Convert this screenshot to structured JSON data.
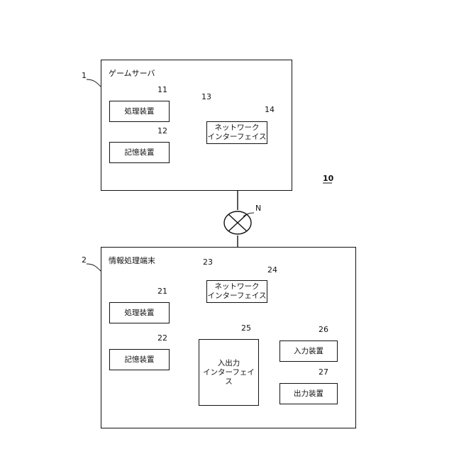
{
  "system_ref": "10",
  "network_ref": "N",
  "server": {
    "ref": "1",
    "title": "ゲームサーバ",
    "bus_ref": "13",
    "processor": {
      "ref": "11",
      "label": "処理装置"
    },
    "storage": {
      "ref": "12",
      "label": "記憶装置"
    },
    "nic": {
      "ref": "14",
      "line1": "ネットワーク",
      "line2": "インターフェイス"
    }
  },
  "terminal": {
    "ref": "2",
    "title": "情報処理端末",
    "bus_ref": "23",
    "processor": {
      "ref": "21",
      "label": "処理装置"
    },
    "storage": {
      "ref": "22",
      "label": "記憶装置"
    },
    "nic": {
      "ref": "24",
      "line1": "ネットワーク",
      "line2": "インターフェイス"
    },
    "io": {
      "ref": "25",
      "line1": "入出力",
      "line2": "インターフェイス"
    },
    "input": {
      "ref": "26",
      "label": "入力装置"
    },
    "output": {
      "ref": "27",
      "label": "出力装置"
    }
  }
}
